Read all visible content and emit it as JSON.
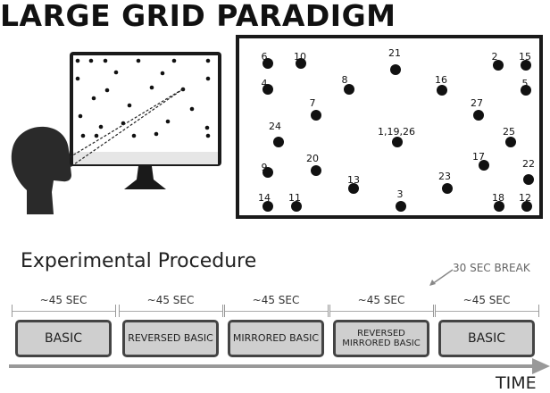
{
  "title": "LARGE GRID PARADIGM",
  "subtitle": "Experimental Procedure",
  "break_label": "30 SEC BREAK",
  "time_label": "TIME",
  "colors": {
    "ink": "#111111",
    "block_fill": "#cfcfcf",
    "block_border": "#444444",
    "axis": "#999999"
  },
  "icons": [
    "head-silhouette-icon",
    "monitor-icon",
    "gaze-lines-icon",
    "arrow-icon"
  ],
  "grid_points": [
    {
      "label": "6"
    },
    {
      "label": "10"
    },
    {
      "label": "21"
    },
    {
      "label": "2"
    },
    {
      "label": "15"
    },
    {
      "label": "4"
    },
    {
      "label": "8"
    },
    {
      "label": "16"
    },
    {
      "label": "5"
    },
    {
      "label": "7"
    },
    {
      "label": "27"
    },
    {
      "label": "24"
    },
    {
      "label": "1,19,26"
    },
    {
      "label": "25"
    },
    {
      "label": "20"
    },
    {
      "label": "17"
    },
    {
      "label": "9"
    },
    {
      "label": "13"
    },
    {
      "label": "23"
    },
    {
      "label": "22"
    },
    {
      "label": "14"
    },
    {
      "label": "11"
    },
    {
      "label": "3"
    },
    {
      "label": "18"
    },
    {
      "label": "12"
    }
  ],
  "blocks": [
    {
      "duration": "~45 SEC",
      "name": "BASIC"
    },
    {
      "duration": "~45 SEC",
      "name": "REVERSED BASIC"
    },
    {
      "duration": "~45 SEC",
      "name": "MIRRORED BASIC"
    },
    {
      "duration": "~45 SEC",
      "name": "REVERSED MIRRORED BASIC",
      "name_lines": [
        "REVERSED",
        "MIRRORED BASIC"
      ]
    },
    {
      "duration": "~45 SEC",
      "name": "BASIC"
    }
  ]
}
